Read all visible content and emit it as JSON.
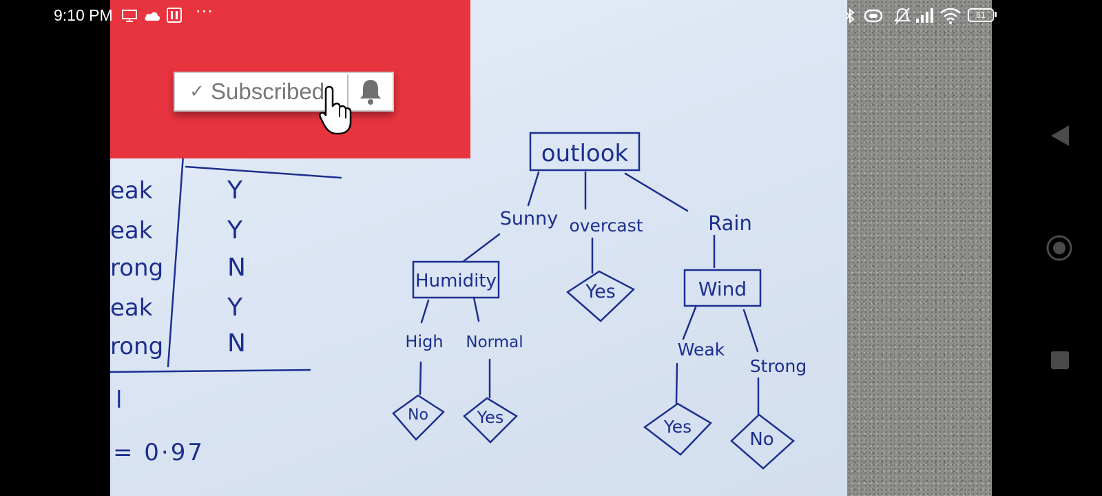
{
  "status_bar": {
    "time": "9:10 PM",
    "left_icons": [
      "screen-icon",
      "cloud-icon",
      "notification-app-icon",
      "more-icon"
    ],
    "more": "···",
    "right_icons": [
      "bluetooth-icon",
      "vibrate-icon",
      "silent-icon",
      "signal-icon",
      "wifi-icon",
      "battery-icon"
    ],
    "battery_level": "61"
  },
  "subscribe_overlay": {
    "label": "Subscribed",
    "check": "✓",
    "accent_color": "#e8343f",
    "icons": [
      "check-icon",
      "bell-icon",
      "hand-cursor-icon"
    ]
  },
  "board": {
    "table_rows": [
      {
        "wind": "eak",
        "play": "Y"
      },
      {
        "wind": "eak",
        "play": "Y"
      },
      {
        "wind": "rong",
        "play": "N"
      },
      {
        "wind": "eak",
        "play": "Y"
      },
      {
        "wind": "rong",
        "play": "N"
      }
    ],
    "notes": {
      "line1": "l",
      "line2": "= 0·97"
    },
    "tree": {
      "root": "outlook",
      "branch_sunny": "Sunny",
      "branch_overcast": "overcast",
      "branch_rain": "Rain",
      "node_humidity": "Humidity",
      "node_wind": "Wind",
      "leaf_overcast": "Yes",
      "branch_high": "High",
      "branch_normal": "Normal",
      "branch_weak": "Weak",
      "branch_strong": "Strong",
      "leaf_high": "No",
      "leaf_normal": "Yes",
      "leaf_weak": "Yes",
      "leaf_strong": "No"
    },
    "ink_color": "#1c2f8f"
  },
  "nav_bar": {
    "buttons": [
      "back-triangle-icon",
      "home-circle-icon",
      "recents-square-icon"
    ]
  }
}
